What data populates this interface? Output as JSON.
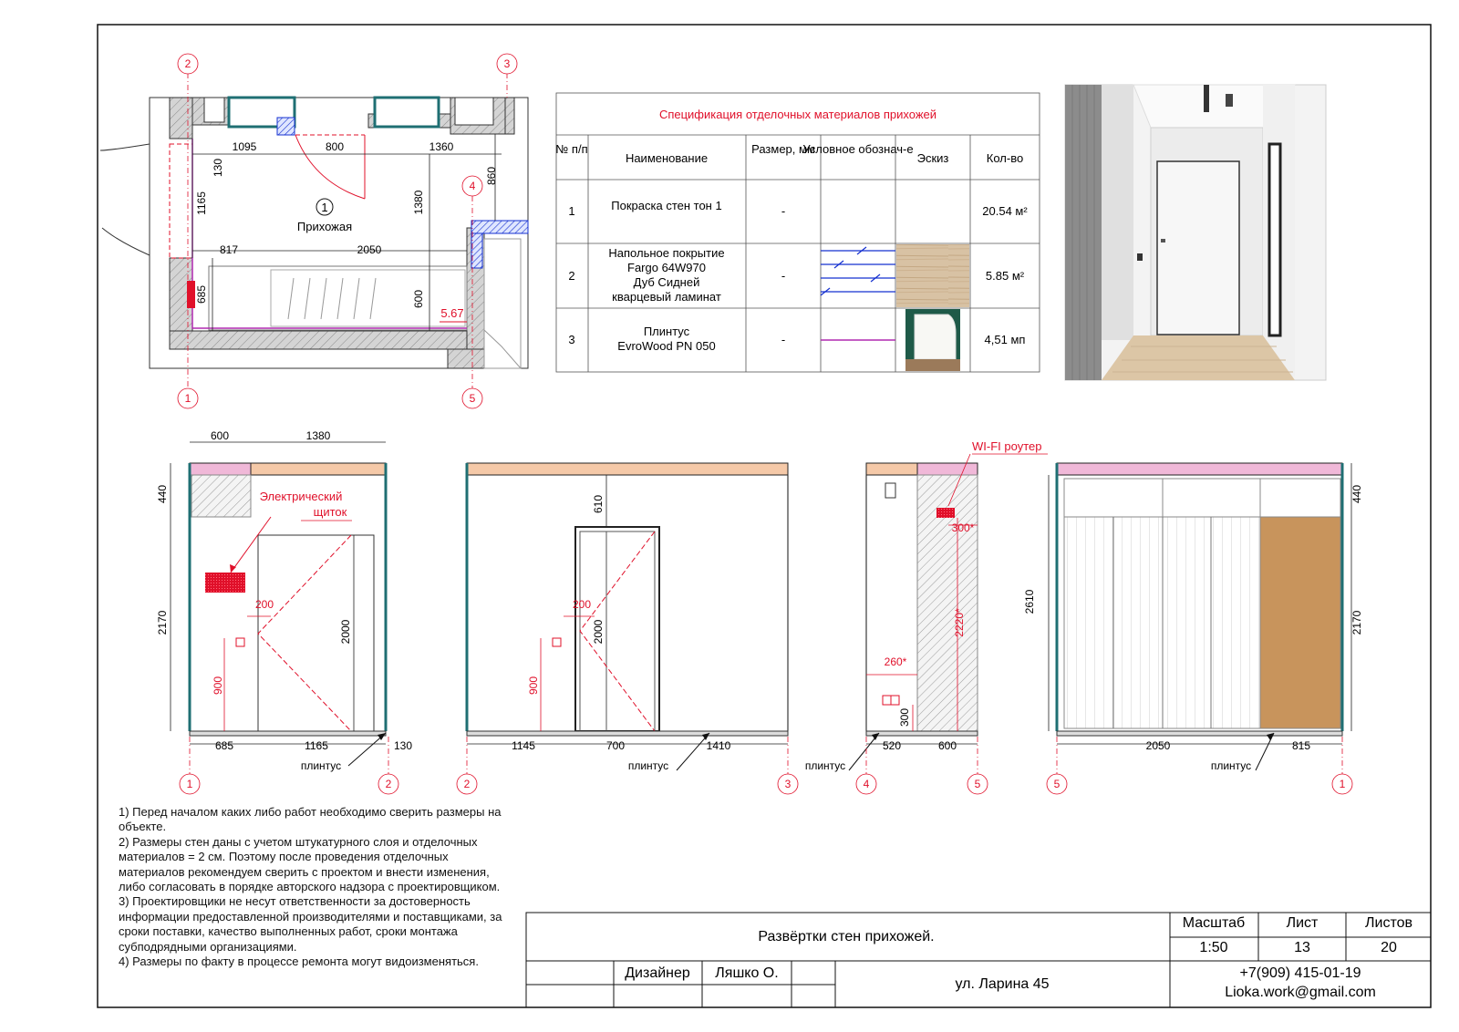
{
  "axis_labels": {
    "a1": "1",
    "a2": "2",
    "a3": "3",
    "a4": "4",
    "a5": "5"
  },
  "plan": {
    "room_number": "1",
    "room_name": "Прихожая",
    "area": "5.67",
    "dims": [
      "1095",
      "800",
      "1360",
      "130",
      "1165",
      "1380",
      "860",
      "817",
      "2050",
      "685",
      "600"
    ]
  },
  "spec_table": {
    "title": "Спецификация отделочных материалов прихожей",
    "headers": [
      "№ п/п",
      "Наименование",
      "Размер, мм",
      "Условное обознач-е",
      "Эскиз",
      "Кол-во"
    ],
    "rows": [
      {
        "num": "1",
        "name": [
          "Покраска стен тон 1"
        ],
        "size": "-",
        "qty": "20.54 м²"
      },
      {
        "num": "2",
        "name": [
          "Напольное покрытие",
          "Fargo 64W970",
          "Дуб Сидней",
          "кварцевый ламинат"
        ],
        "size": "-",
        "qty": "5.85 м²"
      },
      {
        "num": "3",
        "name": [
          "Плинтус",
          "EvroWood PN 050"
        ],
        "size": "-",
        "qty": "4,51 мп"
      }
    ]
  },
  "elevations": {
    "e1": {
      "top_dims": [
        "600",
        "1380"
      ],
      "left_dims": [
        "440",
        "2170"
      ],
      "inner_dims": [
        "200",
        "900",
        "2000"
      ],
      "bottom_dims": [
        "685",
        "1165",
        "130"
      ],
      "label": [
        "Электрический",
        "щиток"
      ],
      "baseboard": "плинтус"
    },
    "e2": {
      "inner_dims": [
        "610",
        "200",
        "2000",
        "900"
      ],
      "bottom_dims": [
        "1145",
        "700",
        "1410"
      ],
      "baseboard": "плинтус"
    },
    "e3": {
      "label": "WI-FI роутер",
      "inner_dims": [
        "300*",
        "2220*",
        "260*",
        "300"
      ],
      "bottom_dims": [
        "520",
        "600"
      ],
      "baseboard": "плинтус"
    },
    "e4": {
      "left_dims": [
        "2610"
      ],
      "right_dims": [
        "440",
        "2170"
      ],
      "bottom_dims": [
        "2050",
        "815"
      ],
      "baseboard": "плинтус"
    }
  },
  "notes": [
    "1) Перед началом каких либо работ необходимо сверить размеры на объекте.",
    "2) Размеры стен даны с учетом штукатурного слоя и отделочных материалов = 2 см. Поэтому после проведения отделочных материалов рекомендуем сверить с проектом и внести изменения, либо согласовать в порядке авторского надзора с проектировщиком.",
    "3) Проектировщики не несут ответственности за достоверность информации предоставленной производителями и поставщиками, за сроки поставки, качество выполненных работ, сроки монтажа субподрядными организациями.",
    "4) Размеры по факту в процессе ремонта могут видоизменяться."
  ],
  "title_block": {
    "sheet_title": "Развёртки стен прихожей.",
    "scale_label": "Масштаб",
    "scale_value": "1:50",
    "sheet_label": "Лист",
    "sheet_value": "13",
    "sheets_label": "Листов",
    "sheets_value": "20",
    "designer_label": "Дизайнер",
    "designer_name": "Ляшко О.",
    "address": "ул. Ларина 45",
    "phone": "+7(909) 415-01-19",
    "email": "Lioka.work@gmail.com"
  },
  "colors": {
    "red": "#e0102a",
    "teal": "#1f6f73",
    "blue": "#1530d0",
    "magenta": "#b02ab0",
    "pink": "#f0b8d8",
    "peach": "#f5c9a8",
    "wood": "#c8945c"
  }
}
